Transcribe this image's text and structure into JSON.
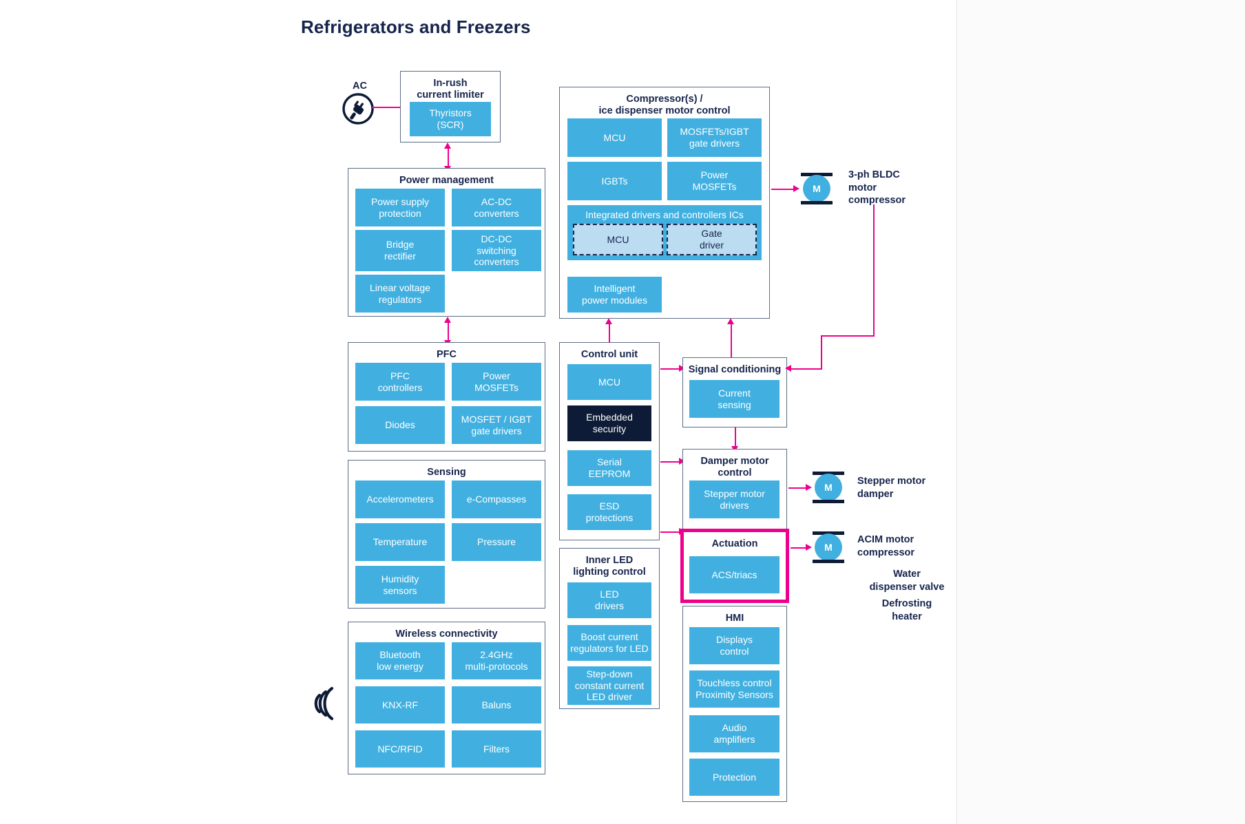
{
  "page": {
    "title": "Refrigerators and Freezers",
    "accent_blue": "#41b0e0",
    "accent_magenta": "#ec008c",
    "navy": "#16244c",
    "soft_blue": "#bcdcf2"
  },
  "source_label": {
    "ac": "AC",
    "icon": "ac-plug-icon"
  },
  "blocks": {
    "inrush": {
      "title": "In-rush\ncurrent limiter",
      "title_line1": "In-rush",
      "title_line2": "current limiter",
      "items": [
        {
          "label": "Thyristors\n(SCR)",
          "l1": "Thyristors",
          "l2": "(SCR)"
        }
      ]
    },
    "power_management": {
      "title": "Power management",
      "items": [
        {
          "l1": "Power supply",
          "l2": "protection"
        },
        {
          "l1": "AC-DC",
          "l2": "converters"
        },
        {
          "l1": "Bridge",
          "l2": "rectifier"
        },
        {
          "l1": "DC-DC",
          "l2": "switching",
          "l3": "converters"
        },
        {
          "l1": "Linear voltage",
          "l2": "regulators"
        }
      ]
    },
    "pfc": {
      "title": "PFC",
      "items": [
        {
          "l1": "PFC",
          "l2": "controllers"
        },
        {
          "l1": "Power",
          "l2": "MOSFETs"
        },
        {
          "l1": "Diodes"
        },
        {
          "l1": "MOSFET / IGBT",
          "l2": "gate drivers"
        }
      ]
    },
    "sensing": {
      "title": "Sensing",
      "items": [
        {
          "l1": "Accelerometers"
        },
        {
          "l1": "e-Compasses"
        },
        {
          "l1": "Temperature"
        },
        {
          "l1": "Pressure"
        },
        {
          "l1": "Humidity",
          "l2": "sensors"
        }
      ]
    },
    "wireless": {
      "title": "Wireless connectivity",
      "items": [
        {
          "l1": "Bluetooth",
          "l2": "low energy"
        },
        {
          "l1": "2.4GHz",
          "l2": "multi-protocols"
        },
        {
          "l1": "KNX-RF"
        },
        {
          "l1": "Baluns"
        },
        {
          "l1": "NFC/RFID"
        },
        {
          "l1": "Filters"
        }
      ]
    },
    "compressor": {
      "title_line1": "Compressor(s) /",
      "title_line2": "ice dispenser motor control",
      "items": [
        {
          "l1": "MCU"
        },
        {
          "l1": "MOSFETs/IGBT",
          "l2": "gate drivers"
        },
        {
          "l1": "IGBTs"
        },
        {
          "l1": "Power",
          "l2": "MOSFETs"
        }
      ],
      "integrated_banner": "Integrated drivers and controllers ICs",
      "integrated_items": [
        {
          "l1": "MCU"
        },
        {
          "l1": "Gate",
          "l2": "driver"
        }
      ],
      "bottom_item": {
        "l1": "Intelligent",
        "l2": "power modules"
      }
    },
    "control_unit": {
      "title": "Control unit",
      "items": [
        {
          "l1": "MCU",
          "style": "blue"
        },
        {
          "l1": "Embedded",
          "l2": "security",
          "style": "dark"
        },
        {
          "l1": "Serial",
          "l2": "EEPROM",
          "style": "blue"
        },
        {
          "l1": "ESD",
          "l2": "protections",
          "style": "blue"
        }
      ]
    },
    "inner_led": {
      "title_line1": "Inner LED",
      "title_line2": "lighting control",
      "items": [
        {
          "l1": "LED",
          "l2": "drivers"
        },
        {
          "l1": "Boost current",
          "l2": "regulators for LED"
        },
        {
          "l1": "Step-down",
          "l2": "constant current",
          "l3": "LED driver"
        }
      ]
    },
    "signal_conditioning": {
      "title": "Signal conditioning",
      "items": [
        {
          "l1": "Current",
          "l2": "sensing"
        }
      ]
    },
    "damper": {
      "title_line1": "Damper motor",
      "title_line2": "control",
      "items": [
        {
          "l1": "Stepper motor",
          "l2": "drivers"
        }
      ]
    },
    "actuation": {
      "title": "Actuation",
      "highlighted": true,
      "items": [
        {
          "l1": "ACS/triacs"
        }
      ]
    },
    "hmi": {
      "title": "HMI",
      "items": [
        {
          "l1": "Displays",
          "l2": "control"
        },
        {
          "l1": "Touchless control",
          "l2": "Proximity Sensors"
        },
        {
          "l1": "Audio",
          "l2": "amplifiers"
        },
        {
          "l1": "Protection"
        }
      ]
    }
  },
  "motors": [
    {
      "symbol": "M",
      "label_lines": [
        "3-ph BLDC",
        "motor",
        "compressor"
      ]
    },
    {
      "symbol": "M",
      "label_lines": [
        "Stepper motor",
        "damper"
      ]
    },
    {
      "symbol": "M",
      "label_lines": [
        "ACIM motor",
        "compressor"
      ]
    }
  ],
  "extra_labels": [
    {
      "lines": [
        "Water",
        "dispenser valve"
      ]
    },
    {
      "lines": [
        "Defrosting",
        "heater"
      ]
    }
  ],
  "icons": {
    "antenna": "antenna-waves-icon",
    "ac_plug": "ac-plug-icon"
  }
}
